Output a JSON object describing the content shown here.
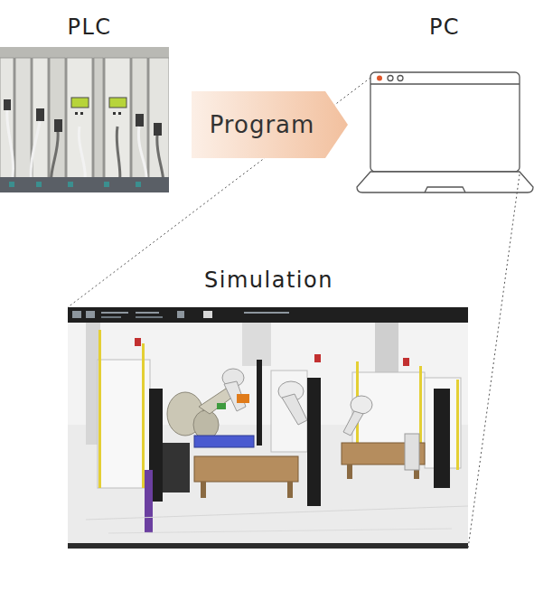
{
  "diagram": {
    "nodes": [
      {
        "text": [
          "PLC"
        ]
      },
      {
        "text": [
          "PC"
        ]
      },
      {
        "text": [
          "Simulation"
        ]
      }
    ],
    "edges": [
      {
        "from": 0,
        "to": 1,
        "arrow": "to",
        "label": "Program"
      },
      {
        "from": 1,
        "to": 2,
        "arrow": "none"
      }
    ]
  }
}
